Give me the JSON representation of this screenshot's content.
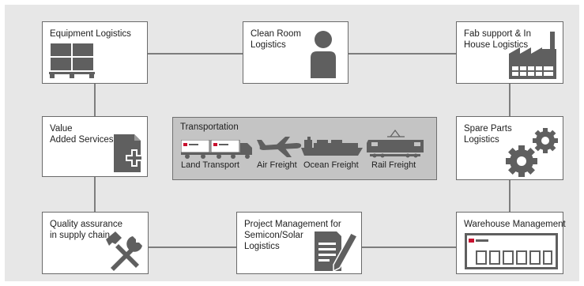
{
  "boxes": {
    "equipment": {
      "lines": [
        "Equipment Logistics"
      ],
      "icon": "pallet-boxes-icon"
    },
    "cleanroom": {
      "lines": [
        "Clean Room",
        "Logistics"
      ],
      "icon": "person-icon"
    },
    "fab": {
      "lines": [
        "Fab support & In",
        "House Logistics"
      ],
      "icon": "factory-icon"
    },
    "value": {
      "lines": [
        "Value",
        "Added Services"
      ],
      "icon": "document-add-icon"
    },
    "spare": {
      "lines": [
        "Spare Parts",
        "Logistics"
      ],
      "icon": "gears-icon"
    },
    "quality": {
      "lines": [
        "Quality assurance",
        "in supply chain"
      ],
      "icon": "tools-icon"
    },
    "project": {
      "lines": [
        "Project Management for",
        "Semicon/Solar",
        "Logistics"
      ],
      "icon": "document-pen-icon"
    },
    "warehouse": {
      "lines": [
        "Warehouse Management"
      ],
      "icon": "warehouse-icon"
    }
  },
  "transport": {
    "title": "Transportation",
    "modes": [
      "Land Transport",
      "Air Freight",
      "Ocean Freight",
      "Rail Freight"
    ],
    "icons": [
      "truck-icon",
      "airplane-icon",
      "ship-icon",
      "train-icon"
    ]
  },
  "colors": {
    "background": "#e7e7e7",
    "box_border": "#6a6a6a",
    "icon": "#5f5f5f",
    "transport_panel": "#c4c4c4",
    "accent_red": "#c8102e"
  }
}
